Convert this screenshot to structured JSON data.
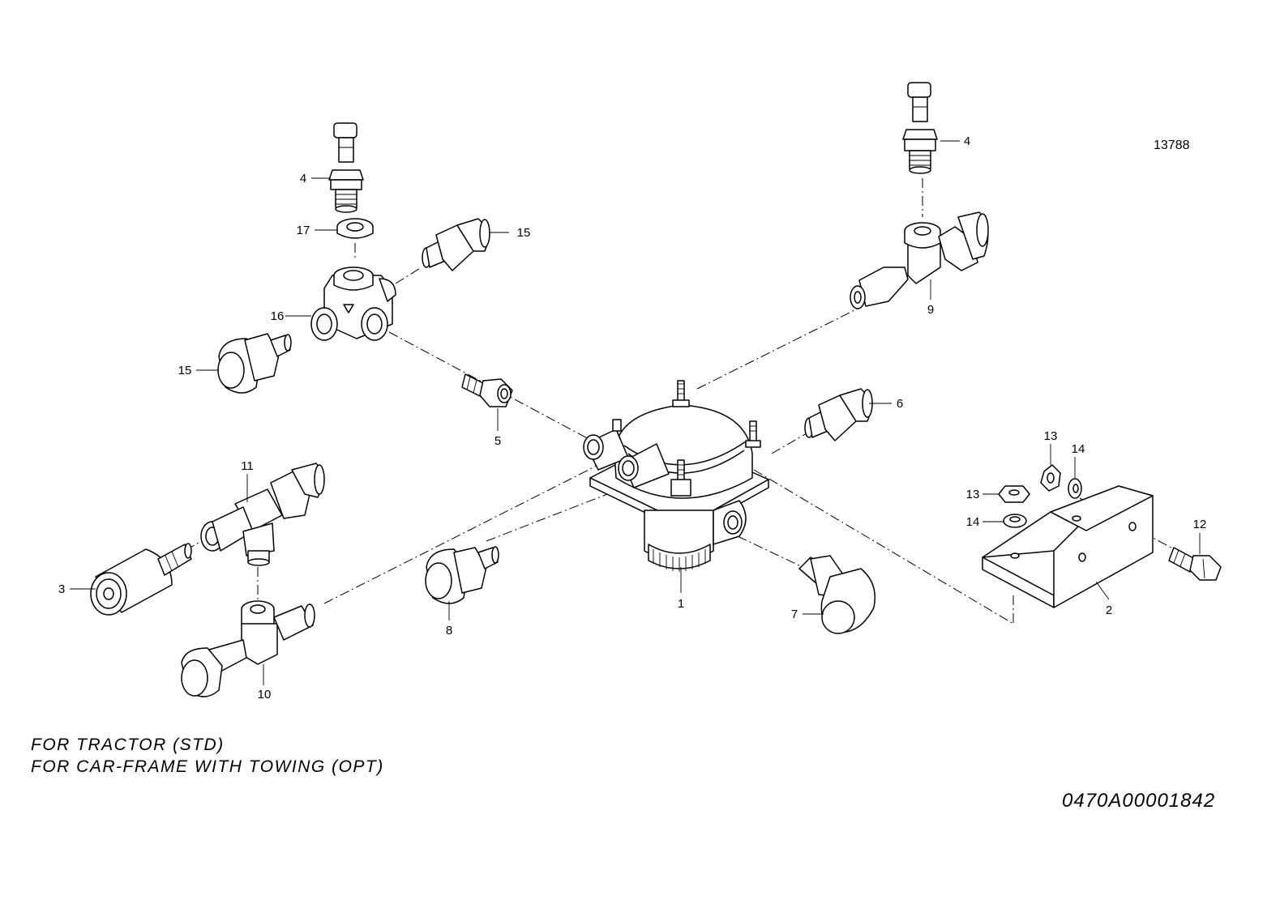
{
  "figure_number": "13788",
  "notes": [
    "FOR TRACTOR (STD)",
    "FOR CAR-FRAME WITH TOWING (OPT)"
  ],
  "part_code": "0470A00001842",
  "callouts": {
    "valve": "1",
    "bracket": "2",
    "coupling_head": "3",
    "switch_left": "4",
    "switch_right": "4",
    "banjo_bolt": "5",
    "fitting_right": "6",
    "elbow_fitting": "7",
    "fitting_bottom": "8",
    "tee_right": "9",
    "tee_lower_left": "10",
    "tee_upper_left": "11",
    "bolt": "12",
    "nut_a": "13",
    "nut_b": "13",
    "washer_a": "14",
    "washer_b": "14",
    "fitting_cross_top": "15",
    "fitting_cross_left": "15",
    "cross_fitting": "16",
    "seal_ring": "17"
  }
}
